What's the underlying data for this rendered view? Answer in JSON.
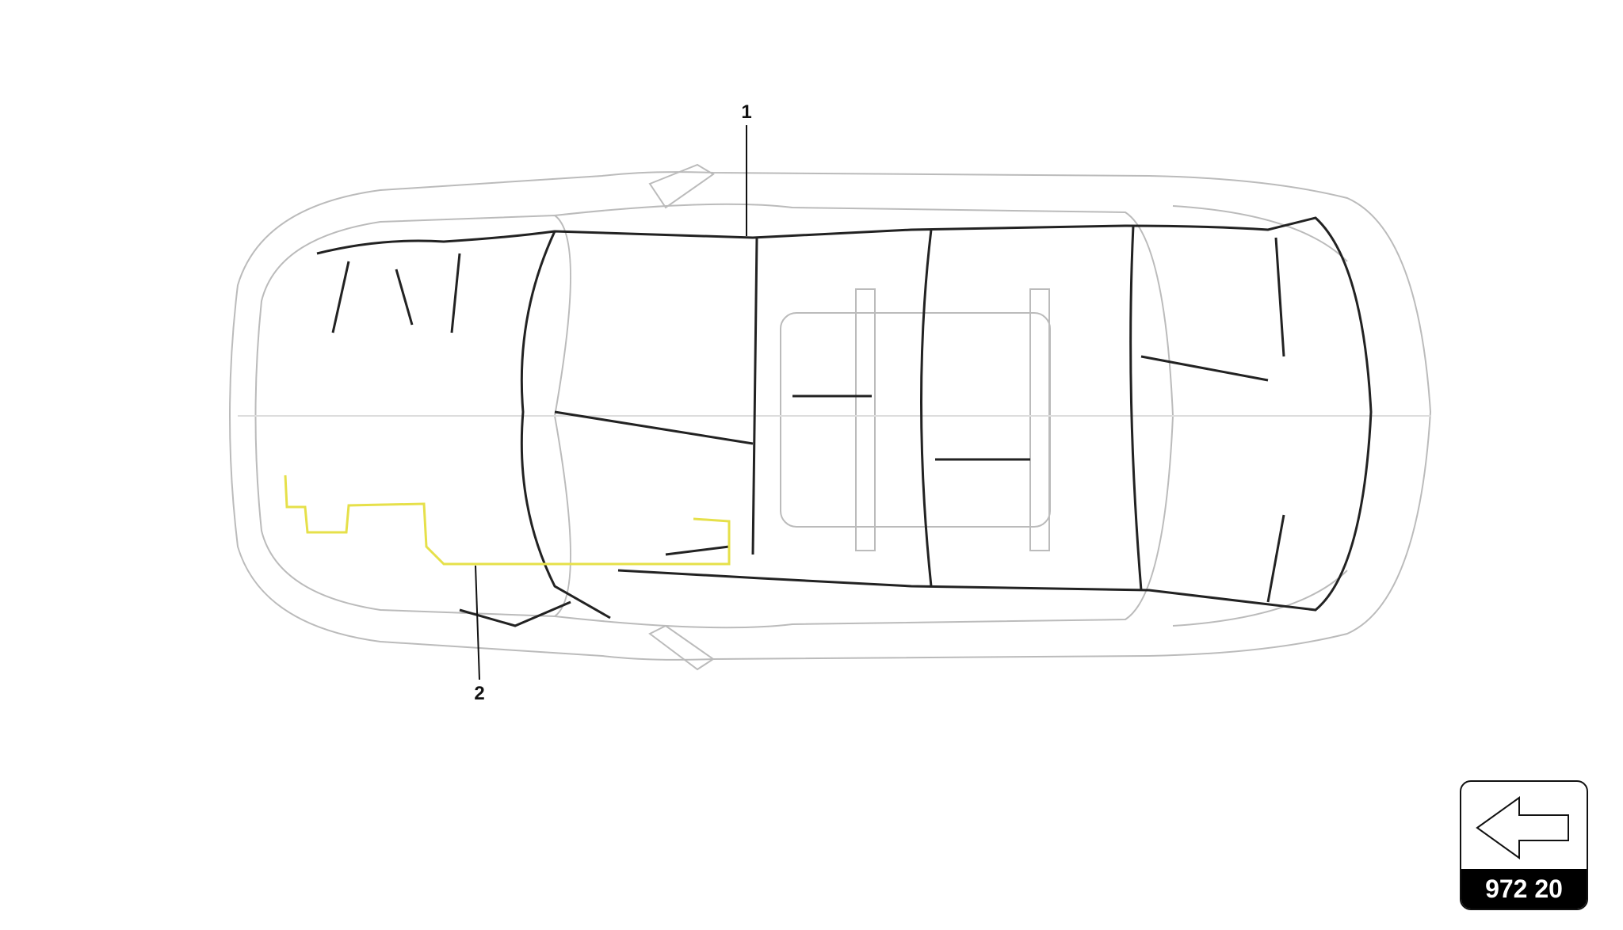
{
  "callouts": [
    {
      "label": "1"
    },
    {
      "label": "2"
    }
  ],
  "highlight_color": "#e6e04a",
  "navigation": {
    "page_code": "972 20",
    "icon": "arrow-left-icon"
  }
}
